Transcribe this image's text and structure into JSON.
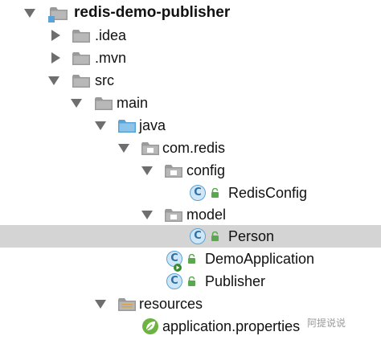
{
  "tree": {
    "project": {
      "label": "redis-demo-publisher",
      "icon": "module-folder-icon"
    },
    "idea": {
      "label": ".idea",
      "icon": "folder-icon"
    },
    "mvn": {
      "label": ".mvn",
      "icon": "folder-icon"
    },
    "src": {
      "label": "src",
      "icon": "folder-icon"
    },
    "main": {
      "label": "main",
      "icon": "folder-icon"
    },
    "java": {
      "label": "java",
      "icon": "source-folder-icon"
    },
    "package": {
      "label": "com.redis",
      "icon": "package-icon"
    },
    "config": {
      "label": "config",
      "icon": "package-icon"
    },
    "redisConfig": {
      "label": "RedisConfig",
      "icon": "class-icon"
    },
    "model": {
      "label": "model",
      "icon": "package-icon"
    },
    "person": {
      "label": "Person",
      "icon": "class-icon",
      "selected": true
    },
    "demoApp": {
      "label": "DemoApplication",
      "icon": "spring-boot-class-icon"
    },
    "publisher": {
      "label": "Publisher",
      "icon": "class-icon"
    },
    "resources": {
      "label": "resources",
      "icon": "resources-folder-icon"
    },
    "appProps": {
      "label": "application.properties",
      "icon": "spring-leaf-icon"
    }
  },
  "watermark": "阿提说说",
  "colors": {
    "selection": "#d4d4d4",
    "class_icon": "#5aa3d6",
    "lock": "#5aa84d",
    "spring": "#6db33f"
  }
}
